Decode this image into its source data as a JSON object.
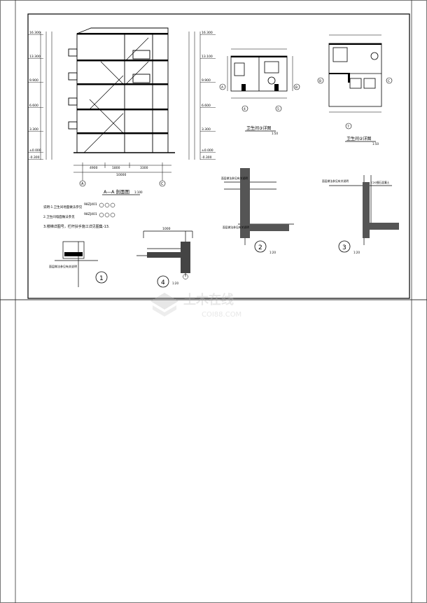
{
  "section": {
    "title": "A—A 剖面图",
    "scale": "1:100",
    "levels_left": [
      "16.300",
      "13.300",
      "9.900",
      "6.600",
      "3.300",
      "±0.000",
      "-0.300"
    ],
    "levels_right": [
      "16.300",
      "13.100",
      "9.900",
      "6.600",
      "3.300",
      "±0.000",
      "-0.300"
    ],
    "dims_bottom": [
      "4900",
      "1800",
      "3300"
    ],
    "total": "10000",
    "axes": [
      "A",
      "C"
    ]
  },
  "bath3": {
    "title": "卫生间③详图",
    "scale": "1:50",
    "axes_h": [
      "4",
      "5"
    ],
    "axes_v": [
      "A",
      "B"
    ]
  },
  "bath2": {
    "title": "卫生间②详图",
    "scale": "1:50",
    "axes_h": [
      "7"
    ],
    "axes_v": [
      "B",
      "C"
    ]
  },
  "notes": {
    "line1": "说明:1.卫生间地面做法参见",
    "ref1": "98ZJ401",
    "line2": "2.卫生间墙面做法参见",
    "ref2": "98ZJ401",
    "line3": "3.楼梯详图号，栏杆扶手施工详见图集-13."
  },
  "details": [
    {
      "num": "1",
      "scale": ""
    },
    {
      "num": "4",
      "scale": "1:20"
    },
    {
      "num": "2",
      "scale": "1:20"
    },
    {
      "num": "3",
      "scale": "1:20"
    }
  ],
  "detail_notes": {
    "d1": "面层做法参见有关说明",
    "d4_dim": "1000",
    "d2_top": "面层做法参见有关说明",
    "d2_bottom": "面层做法参见有关说明",
    "d3_top": "面层做法参见有关说明",
    "d3_side": "C20细石混凝土"
  },
  "watermark": {
    "main": "土木在线",
    "sub": "COI88.COM"
  }
}
